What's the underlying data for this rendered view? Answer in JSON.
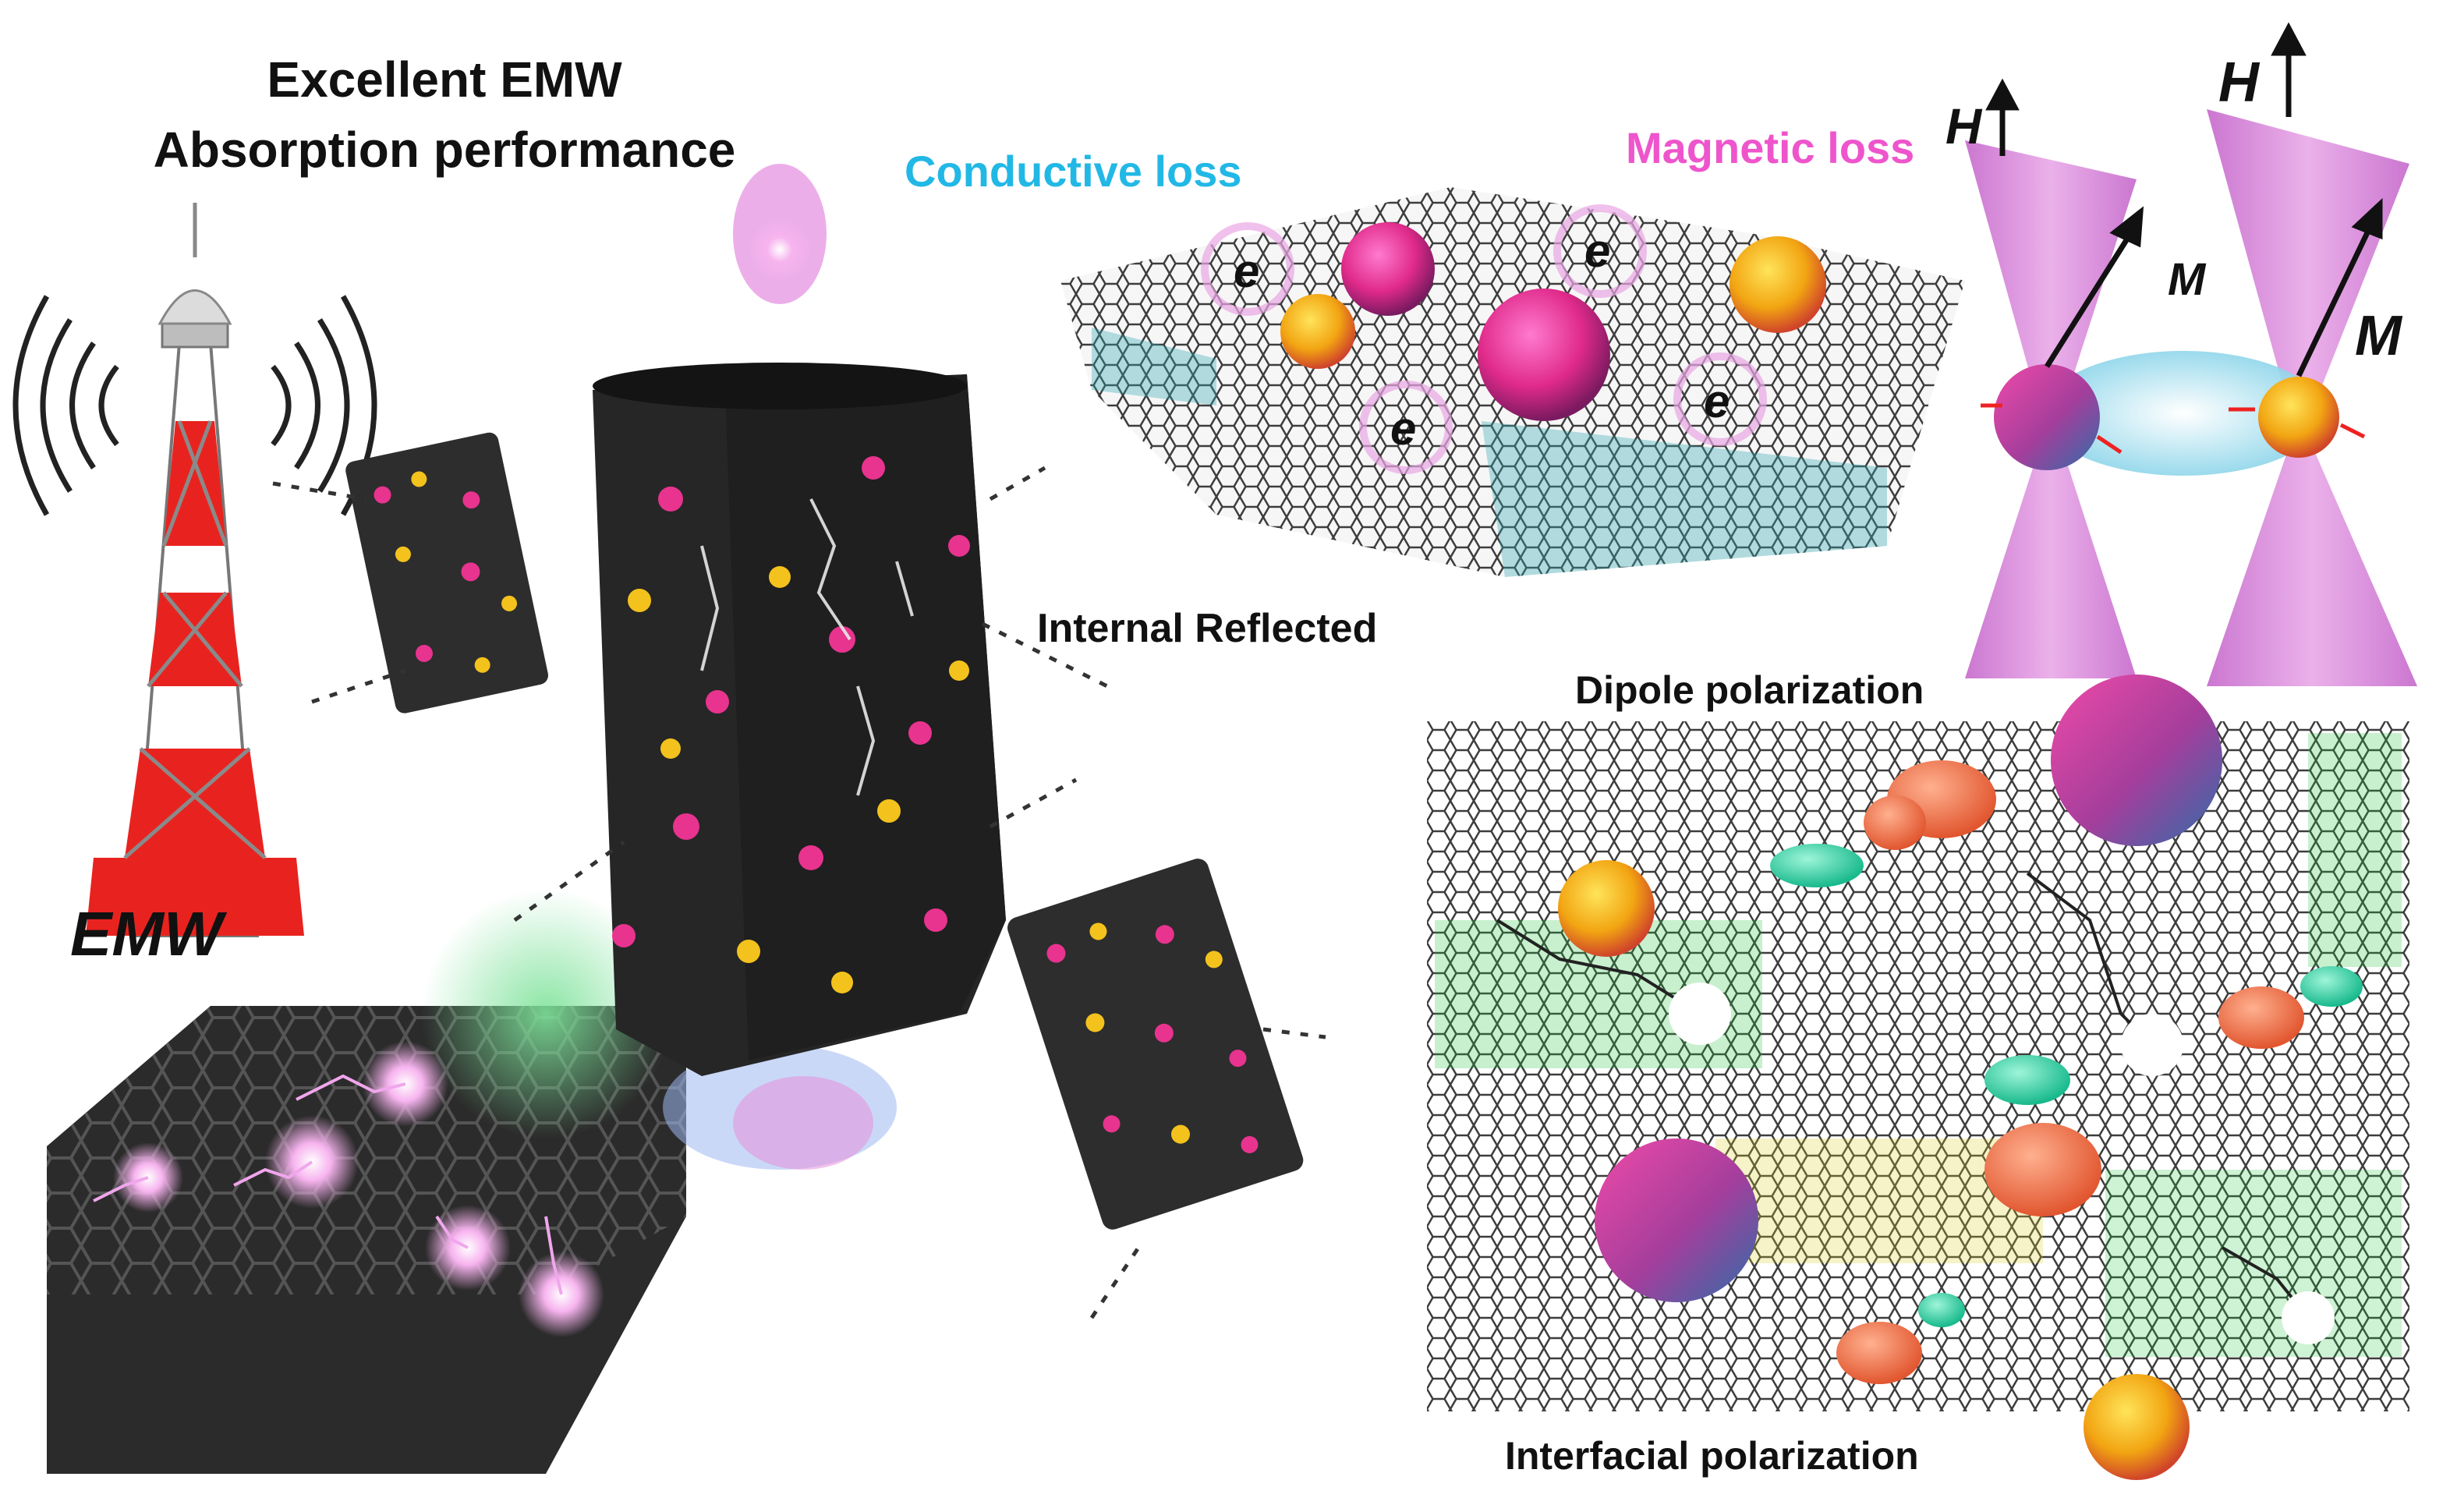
{
  "labels": {
    "title_line1": "Excellent EMW",
    "title_line2": "Absorption performance",
    "emw": "EMW",
    "conductive_loss": "Conductive loss",
    "magnetic_loss": "Magnetic loss",
    "internal_reflected": "Internal Reflected",
    "dipole_polarization": "Dipole polarization",
    "interfacial_polarization": "Interfacial polarization",
    "h_field": "H",
    "magnetization": "M",
    "electron": "e"
  },
  "colors": {
    "conductive": "#22b8e6",
    "magnetic": "#ee55cc",
    "tower_red": "#e8231f",
    "fiber_black": "#2a2a2a",
    "particle_pink": "#e8338f",
    "particle_yellow": "#f4c21d",
    "graphene_gray": "#4a4a4a",
    "graphene_green": "#22c33a",
    "graphene_yellow": "#d8d020",
    "cone_pink": "#d77fd4",
    "dipole_orange": "#f07a55",
    "dipole_teal": "#2fd6a6"
  },
  "icons": [
    "signal-tower-icon",
    "radio-wave-icon",
    "lightning-icon"
  ]
}
